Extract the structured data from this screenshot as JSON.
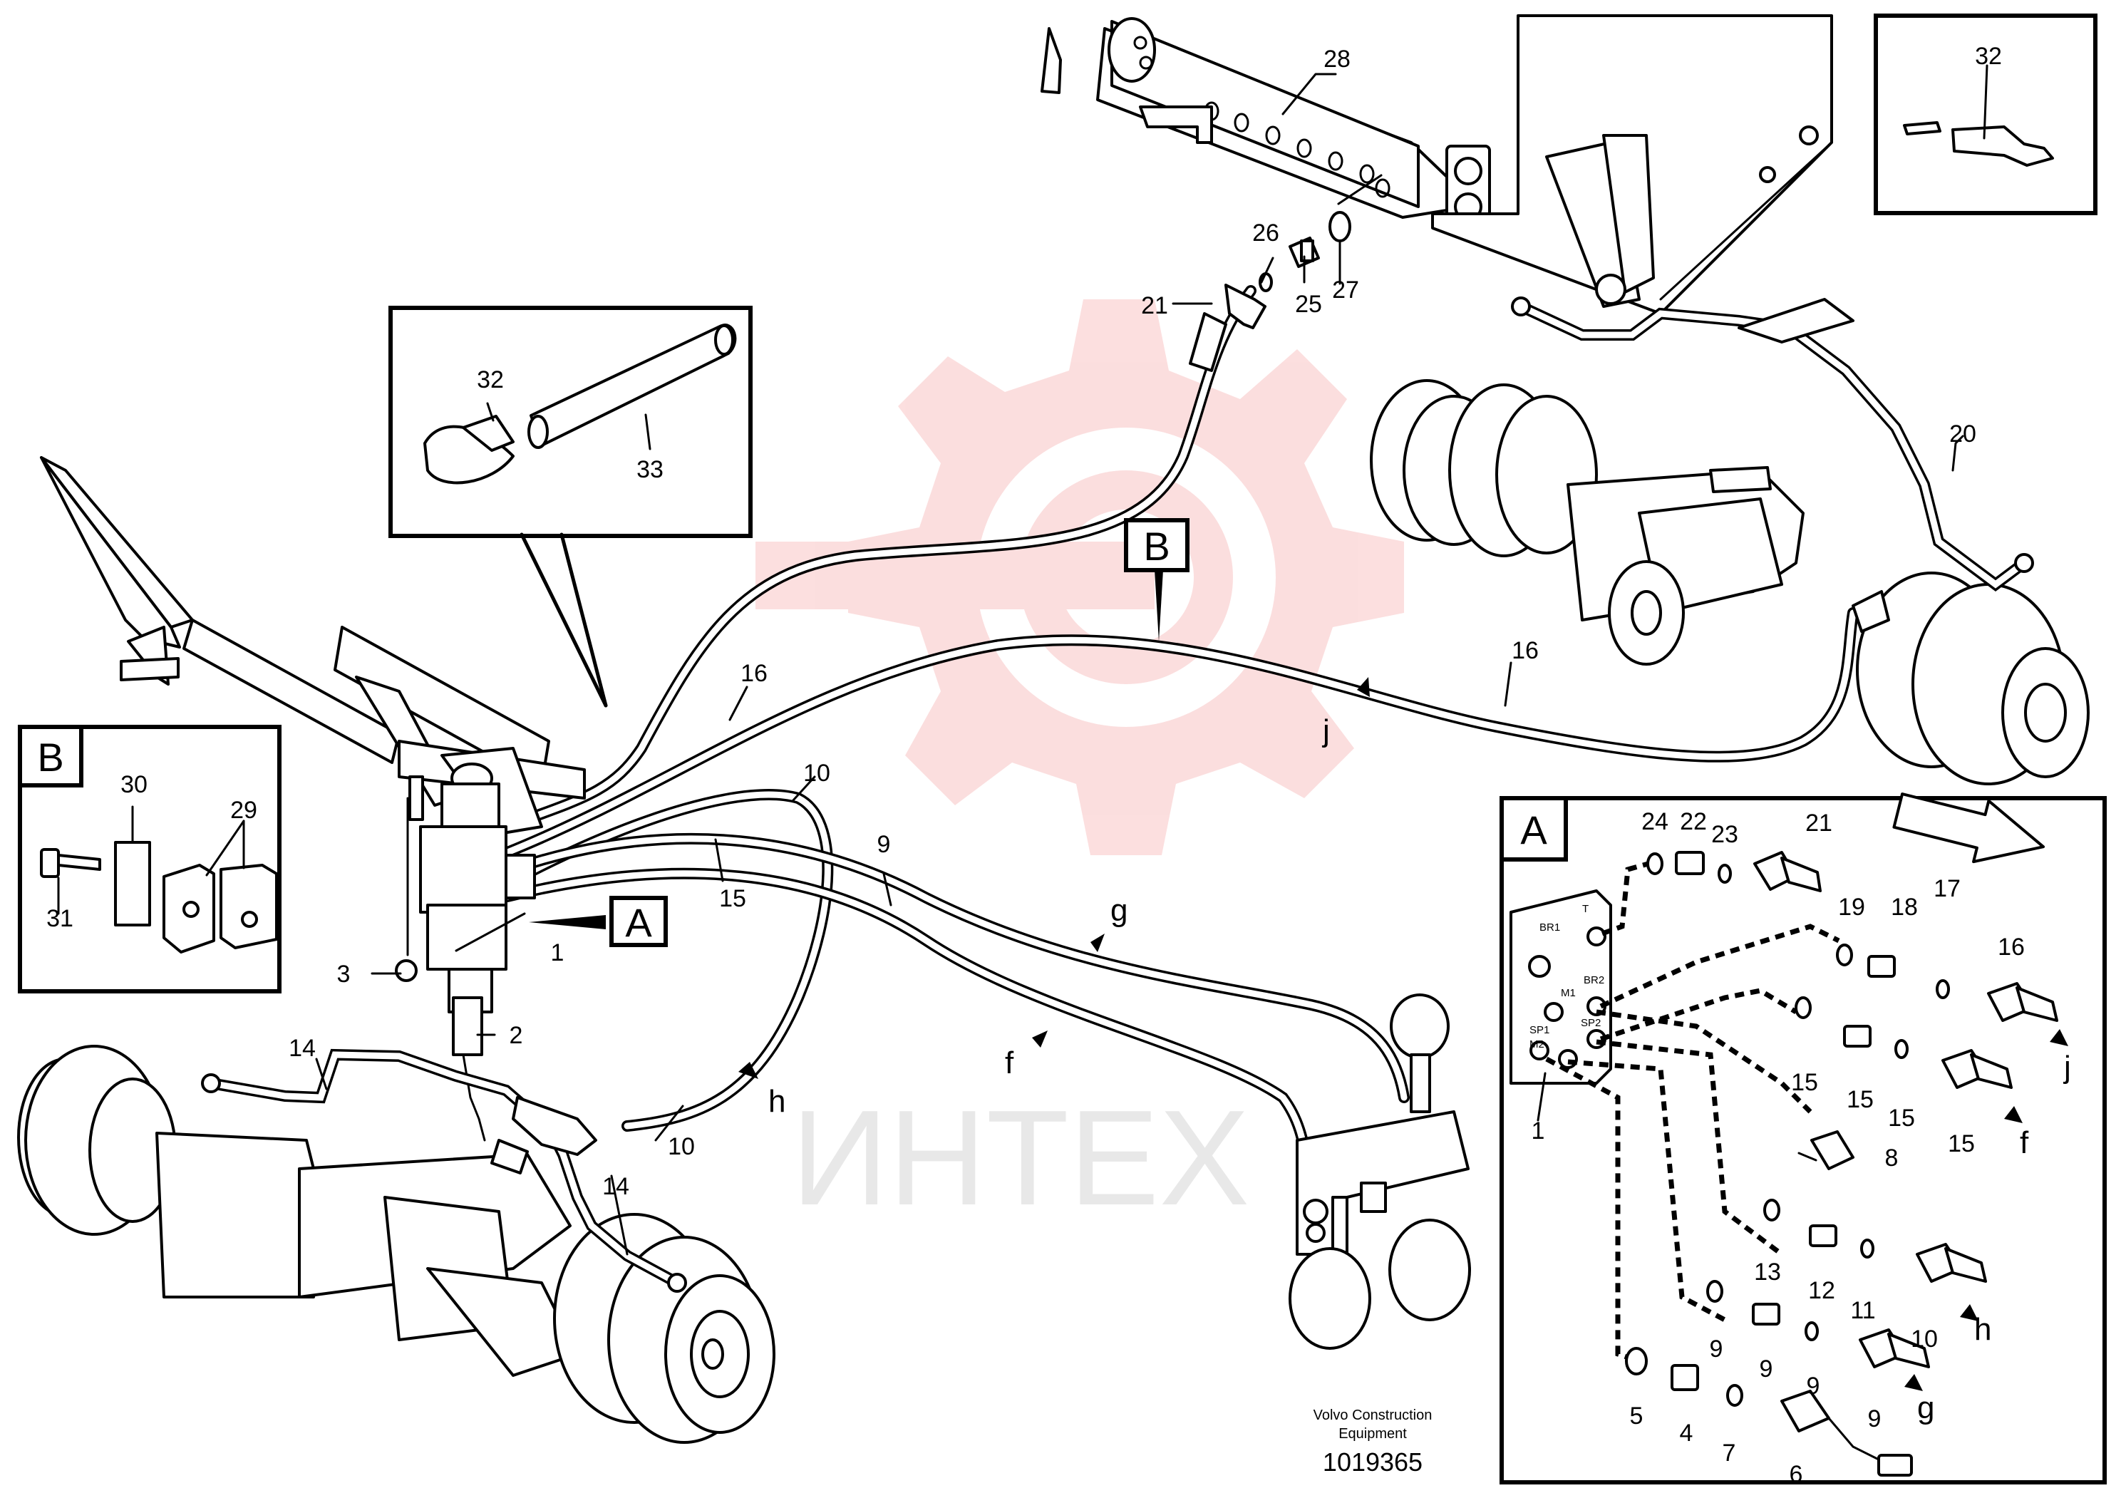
{
  "watermark": {
    "text": "ИНТЕХ",
    "gear_color": "#fbd9d9"
  },
  "callouts": {
    "p1a": "1",
    "p1b": "1",
    "p2": "2",
    "p3": "3",
    "p4": "4",
    "p5": "5",
    "p6": "6",
    "p7": "7",
    "p8": "8",
    "p9a": "9",
    "p9b": "9",
    "p9c": "9",
    "p9d": "9",
    "p9e": "9",
    "p10a": "10",
    "p10b": "10",
    "p10c": "10",
    "p11": "11",
    "p12": "12",
    "p13": "13",
    "p14a": "14",
    "p14b": "14",
    "p15a": "15",
    "p15b": "15",
    "p15c": "15",
    "p15d": "15",
    "p15e": "15",
    "p16a": "16",
    "p16b": "16",
    "p16c": "16",
    "p17": "17",
    "p18": "18",
    "p19": "19",
    "p20": "20",
    "p21a": "21",
    "p21b": "21",
    "p22": "22",
    "p23": "23",
    "p24": "24",
    "p25": "25",
    "p26": "26",
    "p27": "27",
    "p28": "28",
    "p29": "29",
    "p30": "30",
    "p31": "31",
    "p32a": "32",
    "p32b": "32",
    "p33": "33"
  },
  "connection_letters": {
    "f1": "f",
    "f2": "f",
    "g1": "g",
    "g2": "g",
    "h1": "h",
    "h2": "h",
    "j1": "j",
    "j2": "j"
  },
  "view_labels": {
    "a_ref": "A",
    "b_ref": "B",
    "a_detail": "A",
    "b_detail": "B"
  },
  "port_labels": {
    "br1": "BR1",
    "m1": "M1",
    "br2": "BR2",
    "t": "T",
    "sp1": "SP1",
    "m2": "M2",
    "sp2": "SP2"
  },
  "footer": {
    "company_line1": "Volvo Construction",
    "company_line2": "Equipment",
    "drawing_number": "1019365"
  }
}
